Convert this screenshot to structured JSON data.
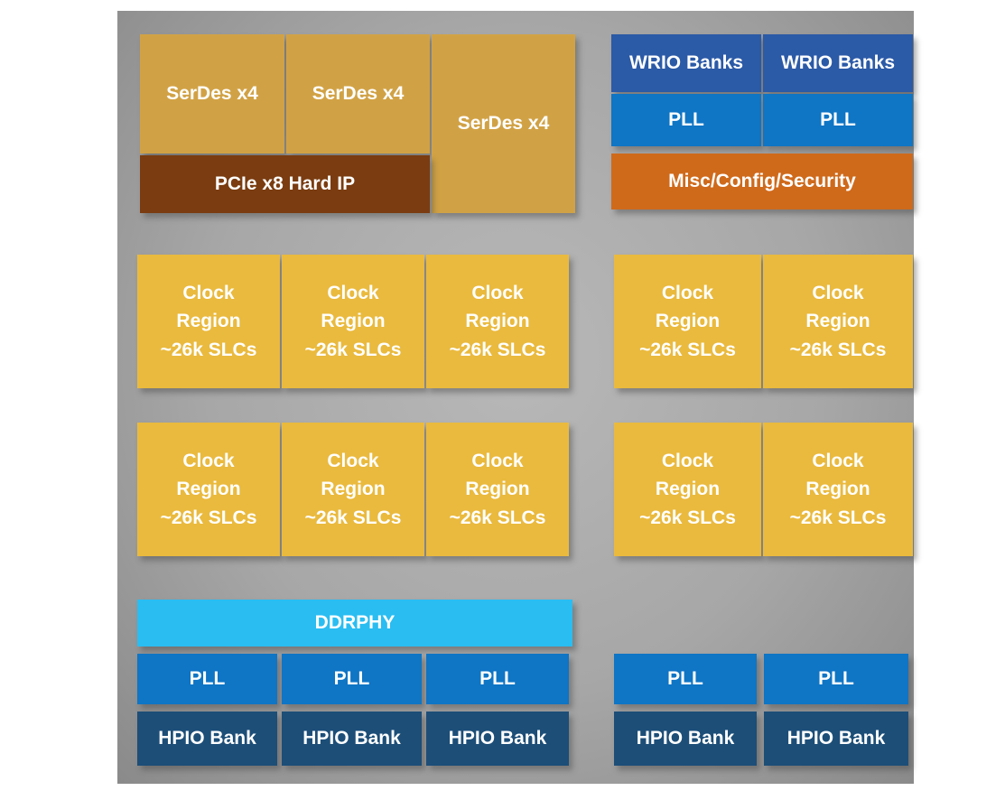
{
  "die": {
    "top_left": {
      "serdes_blocks": [
        {
          "label": "SerDes x4"
        },
        {
          "label": "SerDes x4"
        },
        {
          "label": "SerDes x4"
        }
      ],
      "pcie": {
        "label": "PCIe x8 Hard IP"
      }
    },
    "top_right": {
      "wrio_blocks": [
        {
          "label": "WRIO Banks"
        },
        {
          "label": "WRIO Banks"
        }
      ],
      "pll_blocks": [
        {
          "label": "PLL"
        },
        {
          "label": "PLL"
        }
      ],
      "misc": {
        "label": "Misc/Config/Security"
      }
    },
    "fabric": {
      "clock_region": {
        "label": "Clock\nRegion\n~26k SLCs"
      }
    },
    "bottom_left": {
      "ddrphy": {
        "label": "DDRPHY"
      },
      "pll_blocks": [
        {
          "label": "PLL"
        },
        {
          "label": "PLL"
        },
        {
          "label": "PLL"
        }
      ],
      "hpio_blocks": [
        {
          "label": "HPIO Bank"
        },
        {
          "label": "HPIO Bank"
        },
        {
          "label": "HPIO Bank"
        }
      ]
    },
    "bottom_right": {
      "pll_blocks": [
        {
          "label": "PLL"
        },
        {
          "label": "PLL"
        }
      ],
      "hpio_blocks": [
        {
          "label": "HPIO Bank"
        },
        {
          "label": "HPIO Bank"
        }
      ]
    }
  },
  "colors": {
    "die_background": "#9c9c9c",
    "serdes": "#d1a245",
    "pcie": "#7a3c10",
    "wrio_banks": "#2b5aa7",
    "pll": "#0f75c5",
    "misc_config_security": "#cf6a1b",
    "clock_region": "#eaba3e",
    "ddrphy": "#29bdf2",
    "hpio_bank": "#1c4e78"
  }
}
